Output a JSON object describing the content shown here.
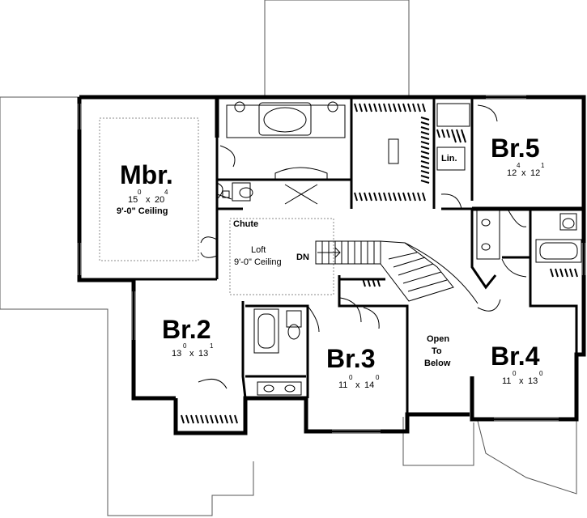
{
  "rooms": {
    "mbr": {
      "name": "Mbr.",
      "w": "15",
      "w_sup": "0",
      "d": "20",
      "d_sup": "4",
      "ceiling": "9'-0\" Ceiling"
    },
    "br2": {
      "name": "Br.2",
      "w": "13",
      "w_sup": "0",
      "d": "13",
      "d_sup": "1"
    },
    "br3": {
      "name": "Br.3",
      "w": "11",
      "w_sup": "0",
      "d": "14",
      "d_sup": "0"
    },
    "br4": {
      "name": "Br.4",
      "w": "11",
      "w_sup": "0",
      "d": "13",
      "d_sup": "0"
    },
    "br5": {
      "name": "Br.5",
      "w": "12",
      "w_sup": "4",
      "d": "12",
      "d_sup": "1"
    },
    "loft": {
      "name": "Loft",
      "ceiling": "9'-0\" Ceiling"
    }
  },
  "labels": {
    "chute": "Chute",
    "linen": "Lin.",
    "stairs": "DN",
    "open_line1": "Open",
    "open_line2": "To",
    "open_line3": "Below",
    "dim_sep": "x"
  }
}
